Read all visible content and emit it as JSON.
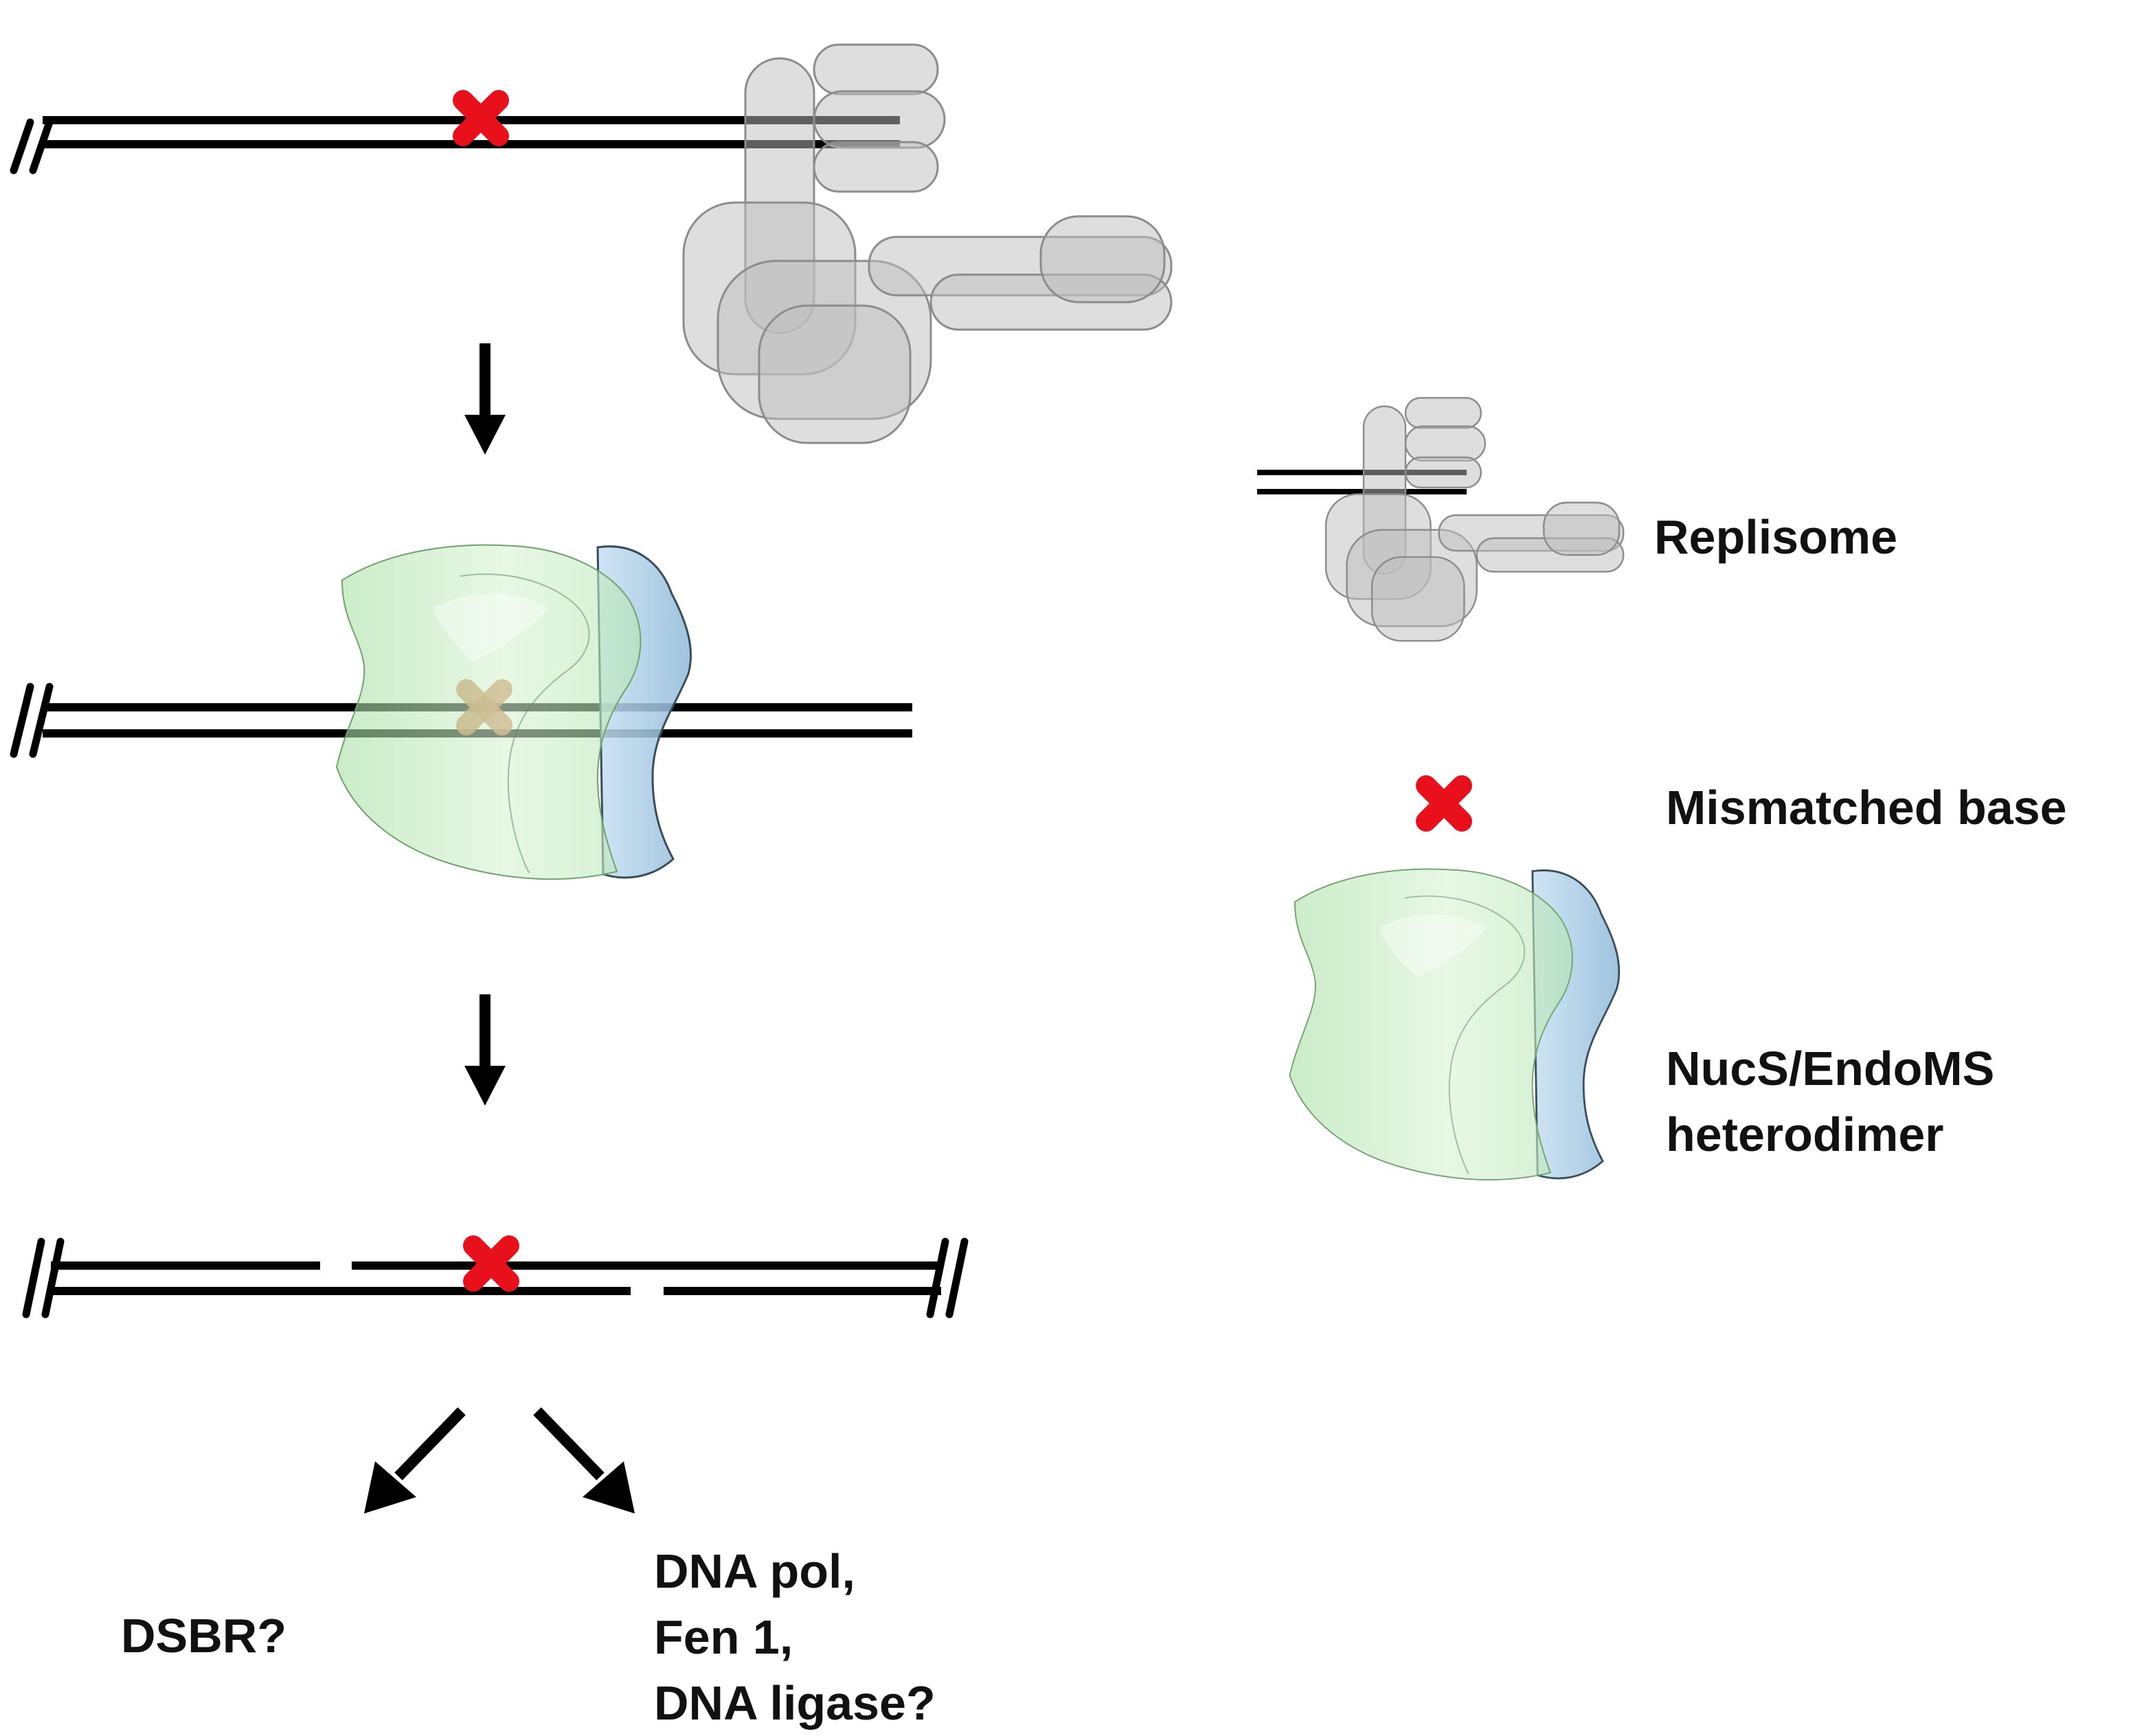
{
  "legend": {
    "replisome_label": "Replisome",
    "mismatch_label": "Mismatched base",
    "heterodimer_line1": "NucS/EndoMS",
    "heterodimer_line2": "heterodimer"
  },
  "outcomes": {
    "left": "DSBR?",
    "right_line1": "DNA pol,",
    "right_line2": "Fen 1,",
    "right_line3": "DNA ligase?"
  },
  "colors": {
    "dna": "#000000",
    "mismatch": "#e8101a",
    "replisome": "#bdbdbd",
    "replisome_edge": "#8c8c8c",
    "nucs_green": "#b9e8b6",
    "endoms_blue": "#a9cce6",
    "arrow": "#000000"
  },
  "icons": [
    "replisome-icon",
    "mismatch-x-icon",
    "heterodimer-icon",
    "dna-break-icon",
    "arrow-down-icon"
  ]
}
